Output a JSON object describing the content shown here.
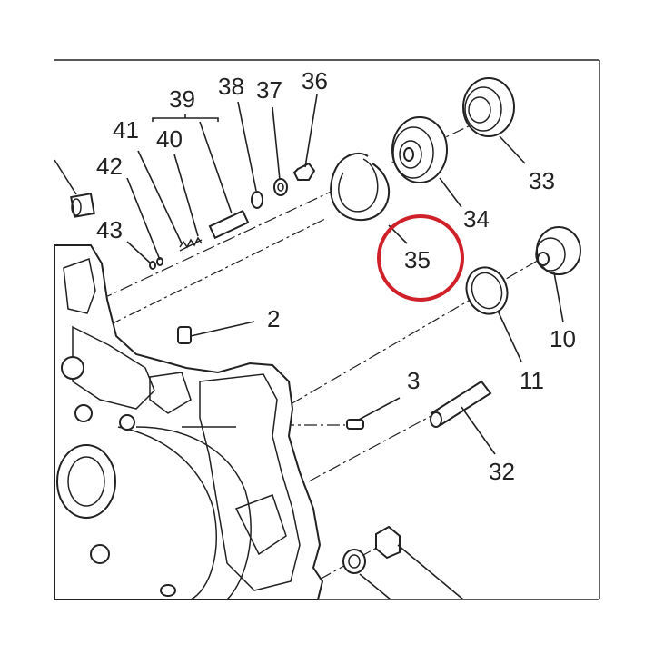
{
  "diagram": {
    "callouts": [
      {
        "id": "c36",
        "text": "36"
      },
      {
        "id": "c37",
        "text": "37"
      },
      {
        "id": "c38",
        "text": "38"
      },
      {
        "id": "c39",
        "text": "39"
      },
      {
        "id": "c40",
        "text": "40"
      },
      {
        "id": "c41",
        "text": "41"
      },
      {
        "id": "c42",
        "text": "42"
      },
      {
        "id": "c43",
        "text": "43"
      },
      {
        "id": "c33",
        "text": "33"
      },
      {
        "id": "c34",
        "text": "34"
      },
      {
        "id": "c35",
        "text": "35"
      },
      {
        "id": "c10",
        "text": "10"
      },
      {
        "id": "c11",
        "text": "11"
      },
      {
        "id": "c2",
        "text": "2"
      },
      {
        "id": "c3",
        "text": "3"
      },
      {
        "id": "c32",
        "text": "32"
      }
    ],
    "highlight": {
      "target": "35",
      "color": "#d0202a"
    },
    "line_color": "#222222"
  }
}
